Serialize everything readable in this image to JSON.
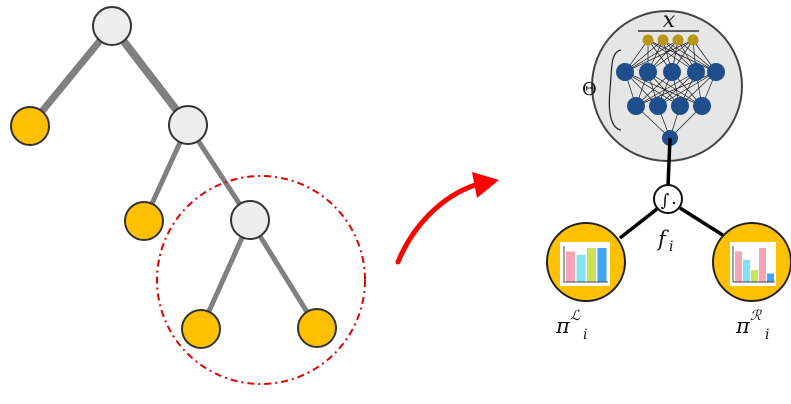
{
  "diagram": {
    "labels": {
      "input_var": "x",
      "params": "Θ",
      "integral_symbol": "∫",
      "split_fn": "f",
      "split_fn_sub": "i",
      "left_leaf": "π",
      "left_sup": "ℒ",
      "left_sub": "i",
      "right_leaf": "π",
      "right_sup": "ℛ",
      "right_sub": "i"
    },
    "colors": {
      "internal_node_fill": "#eeeeee",
      "leaf_fill": "#ffc000",
      "edge": "#808080",
      "highlight_circle": "#e00000",
      "arrow": "#ff0000",
      "nn_input_neuron": "#b8961a",
      "nn_neuron": "#1f4e8c",
      "nn_panel": "#e6e6e6"
    },
    "left_histogram_colors": [
      "#f4a6b5",
      "#7fe3f0",
      "#c9e35a",
      "#3fa8f5"
    ],
    "right_histogram_colors": [
      "#f4a6b5",
      "#7fe3f0",
      "#c9e35a",
      "#f4a6b5",
      "#3fa8f5"
    ],
    "left_histogram_values": [
      0.9,
      0.8,
      1.0,
      1.0
    ],
    "right_histogram_values": [
      0.9,
      0.65,
      0.35,
      1.0,
      0.25
    ]
  }
}
